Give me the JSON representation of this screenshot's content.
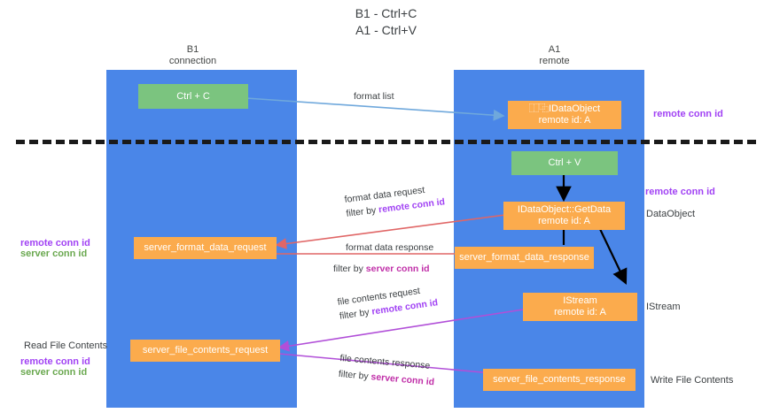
{
  "title": "B1 - Ctrl+C\nA1 - Ctrl+V",
  "lanes": [
    {
      "name": "b1",
      "head": "B1\nconnection"
    },
    {
      "name": "a1",
      "head": "A1\nremote"
    }
  ],
  "nodes": {
    "ctrl_c": "Ctrl + C",
    "ctrl_v": "Ctrl + V",
    "idataobject": "⿰⿻IDataObject\nremote id: A",
    "getdata": "IDataObject::GetData\nremote id: A",
    "server_format_data_request": "server_format_data_request",
    "server_format_data_response": "server_format_data_response",
    "istream": "IStream\nremote id: A",
    "server_file_contents_request": "server_file_contents_request",
    "server_file_contents_response": "server_file_contents_response"
  },
  "edge_labels": {
    "format_list": "format list",
    "format_data_request": "format data request",
    "format_data_request_filter_prefix": "filter by ",
    "format_data_request_filter_key": "remote conn id",
    "format_data_response": "format data response",
    "format_data_response_filter_prefix": "filter by ",
    "format_data_response_filter_key": "server conn id",
    "file_contents_request": "file contents request",
    "file_contents_request_filter_prefix": "filter by ",
    "file_contents_request_filter_key": "remote conn id",
    "file_contents_response": "file contents response",
    "file_contents_response_filter_prefix": "filter by ",
    "file_contents_response_filter_key": "server conn id"
  },
  "side_labels": {
    "right_remote_conn_id_top": "remote conn id",
    "right_remote_conn_id_mid": "remote conn id",
    "right_dataobject": "DataObject",
    "right_istream": "IStream",
    "right_write_file_contents": "Write File Contents",
    "left_remote_conn_id_mid": "remote conn id",
    "left_server_conn_id_mid": "server conn id",
    "left_read_file_contents": "Read File Contents",
    "left_remote_conn_id_bot": "remote conn id",
    "left_server_conn_id_bot": "server conn id"
  },
  "colors": {
    "lane": "#4a86e8",
    "green_node": "#7bc47f",
    "orange_node": "#fbab4d",
    "purple": "#a142f4",
    "green_text": "#6aa84f",
    "magenta": "#c02fa8",
    "arrow_blue": "#6fa8dc",
    "arrow_red": "#e06666",
    "arrow_black": "#000000"
  }
}
